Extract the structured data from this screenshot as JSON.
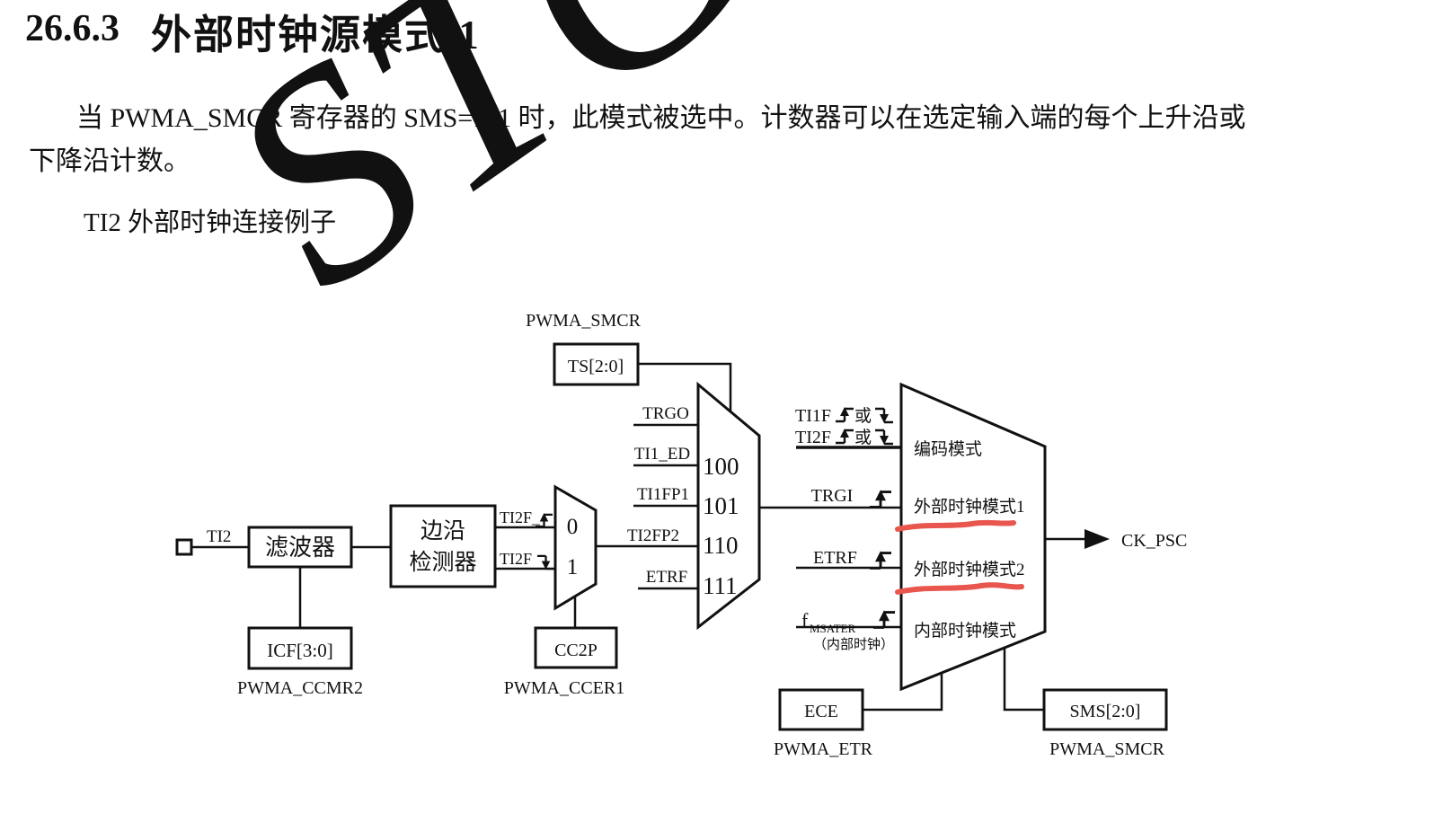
{
  "page": {
    "section_number": "26.6.3",
    "section_title": "外部时钟源模式 1",
    "paragraph_line1": "当 PWMA_SMCR 寄存器的 SMS=111 时，此模式被选中。计数器可以在选定输入端的每个上升沿或",
    "paragraph_line2": "下降沿计数。",
    "figure_caption": "TI2 外部时钟连接例子",
    "watermark_text": "STC M"
  },
  "colors": {
    "underline_red": "#e8564e",
    "watermark_blue": "#cfe4f3",
    "line": "#111111"
  },
  "diagram": {
    "pin": "TI2",
    "filter": "滤波器",
    "edge_detector_line1": "边沿",
    "edge_detector_line2": "检测器",
    "icf": "ICF[3:0]",
    "icf_register": "PWMA_CCMR2",
    "ti2f_rising": "TI2F_",
    "ti2f_falling": "TI2F",
    "small_mux_options": [
      "0",
      "1"
    ],
    "cc2p": "CC2P",
    "cc2p_register": "PWMA_CCER1",
    "ts": "TS[2:0]",
    "ts_register": "PWMA_SMCR",
    "mux_inputs": [
      "TRGO",
      "TI1_ED",
      "TI1FP1",
      "TI2FP2",
      "ETRF"
    ],
    "mux_codes": [
      "100",
      "101",
      "110",
      "111"
    ],
    "encoder_row1_label": "TI1F",
    "encoder_row2_label": "TI2F",
    "or_word1": "或",
    "or_word2": "或",
    "trgi": "TRGI",
    "etrf_input": "ETRF",
    "f_base": "f",
    "f_subscript": "MSATER",
    "f_note": "（内部时钟）",
    "slave_modes": [
      "编码模式",
      "外部时钟模式1",
      "外部时钟模式2",
      "内部时钟模式"
    ],
    "output": "CK_PSC",
    "ece": "ECE",
    "ece_register": "PWMA_ETR",
    "sms": "SMS[2:0]",
    "sms_register": "PWMA_SMCR"
  }
}
